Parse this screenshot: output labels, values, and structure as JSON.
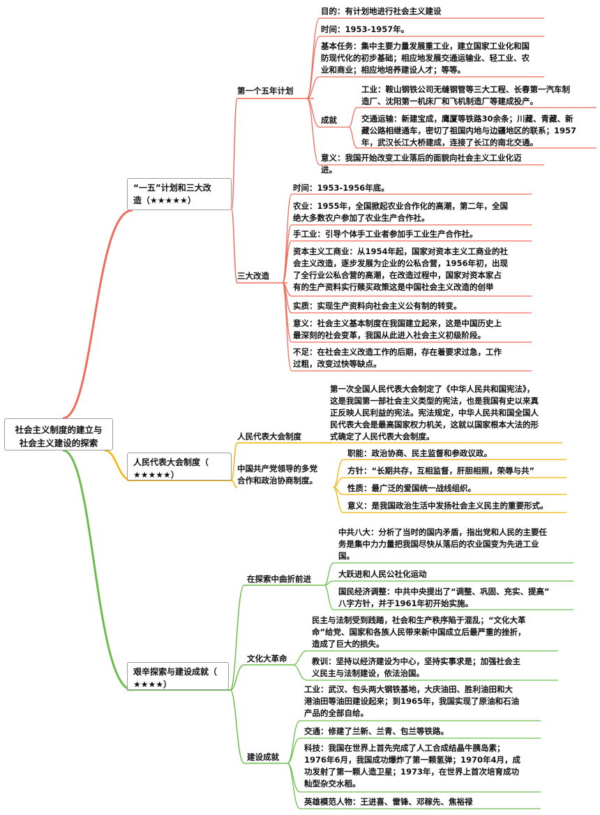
{
  "colors": {
    "red": "#f26a5b",
    "yellow": "#f3b400",
    "green": "#6bbd4a"
  },
  "root": "社会主义制度的建立与\n社会主义建设的探索",
  "b1": {
    "title": "“一五”计划和三大改\n造（★★★★★）",
    "fyp": {
      "title": "第一个五年计划",
      "purpose": "目的：有计划地进行社会主义建设",
      "time": "时间：1953-1957年。",
      "task": "基本任务：集中主要力量发展重工业，建立国家工业化和国\n防现代化的初步基础；相应地发展交通运输业、轻工业、农\n业和商业；相应地培养建设人才；等等。",
      "ach_title": "成就",
      "industry": "工业：鞍山钢铁公司无缝钢管等三大工程、长春第一汽车制\n造厂、沈阳第一机床厂和飞机制造厂等建成投产。",
      "transport": "交通运输：新建宝成，鹰厦等铁路30余条；川藏、青藏、新\n藏公路相继通车，密切了祖国内地与边疆地区的联系；1957\n年，武汉长江大桥建成，连接了长江的南北交通。",
      "meaning": "意义：我国开始改变工业落后的面貌向社会主义工业化迈\n进。"
    },
    "three": {
      "title": "三大改造",
      "time": "时间：1953-1956年底。",
      "agri": "农业：1955年，全国掀起农业合作化的高潮，第二年，全国\n绝大多数农户参加了农业生产合作社。",
      "craft": "手工业：引导个体手工业者参加手工业生产合作社。",
      "capital": "资本主义工商业：从1954年起，国家对资本主义工商业的社\n会主义改造，逐步发展为企业的公私合营，1956年初，出现\n了全行业公私合营的高潮，在改造过程中，国家对资本家占\n有的生产资料实行赎买政策这是中国社会主义改造的创举",
      "essence": "实质：实现生产资料向社会主义公有制的转变。",
      "meaning": "意义：社会主义基本制度在我国建立起来，这是中国历史上\n最深刻的社会变革，我国从此进入社会主义初级阶段。",
      "shortfall": "不足：在社会主义改造工作的后期，存在着要求过急，工作\n过粗，改变过快等缺点。"
    }
  },
  "b2": {
    "title": "人民代表大会制度（\n★★★★★）",
    "npc": {
      "title": "人民代表大会制度",
      "desc": "第一次全国人民代表大会制定了《中华人民共和国宪法》，\n这是我国第一部社会主义类型的宪法，也是我国有史以来真\n正反映人民利益的宪法。宪法规定，中华人民共和国全国人\n民代表大会是最高国家权力机关，这就以国家根本大法的形\n式确定了人民代表大会制度。"
    },
    "cpc": {
      "title": "中国共产党领导的多党\n合作和政治协商制度。",
      "function": "职能：政治协商、民主监督和参政议政。",
      "policy": "方针：“长期共存，互相监督，肝胆相照，荣辱与共”",
      "nature": "性质：最广泛的爱国统一战线组织。",
      "meaning": "意义：是我国政治生活中发扬社会主义民主的重要形式。"
    }
  },
  "b3": {
    "title": "艰辛探索与建设成就（\n★★★★）",
    "explore": {
      "title": "在探索中曲折前进",
      "eighth": "中共八大：分析了当时的国内矛盾，指出党和人民的主要任\n务是集中力力量把我国尽快从落后的农业国变为先进工业\n国。",
      "leap": "大跃进和人民公社化运动",
      "adjust": "国民经济调整：中共中央提出了“调整、巩固、充实、提高”\n八字方针，并于1961年初开始实施。"
    },
    "culture": {
      "title": "文化大革命",
      "desc": "民主与法制受到践踏，社会和生产秩序陷于混乱；“文化大革\n命”给党、国家和各族人民带来新中国成立后最严重的挫折，\n造成了巨大的损失。",
      "lesson": "教训：坚持以经济建设为中心，坚持实事求是；加强社会主\n义民主与法制建设，依法治国。"
    },
    "build": {
      "title": "建设成就",
      "industry": "工业：武汉、包头两大钢铁基地，大庆油田、胜利油田和大\n港油田等油田建设起来；到1965年，我国实现了原油和石油\n产品的全部自给。",
      "transport": "交通：修建了兰新、兰青、包兰等铁路。",
      "tech": "科技：我国在世界上首先完成了人工合成结晶牛胰岛素；\n1976年6月，我国成功爆炸了第一颗氢弹；1970年4月，成\n功发射了第一颗人造卫星；1973年，在世界上首次培育成功\n籼型杂交水稻。",
      "heroes": "英雄模范人物：王进喜、雷锋、邓稼先、焦裕禄"
    }
  }
}
